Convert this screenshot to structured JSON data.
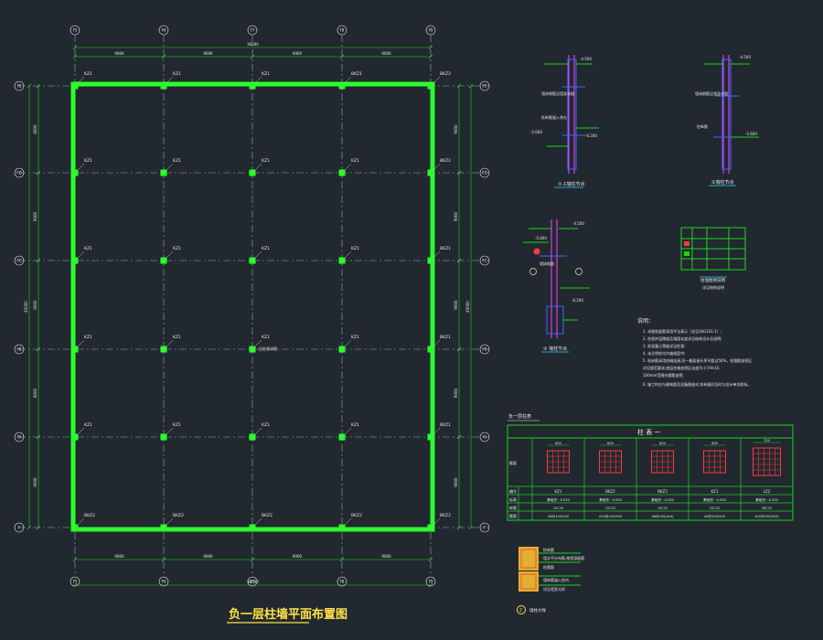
{
  "colors": {
    "background": "#212830",
    "wall": "#2bff2b",
    "grid": "#a0a4a8",
    "dim": "#18d818",
    "text": "#e8e8e8",
    "yellow": "#ffe14a",
    "red": "#ff3a3a",
    "magenta": "#ff40ff",
    "cyan": "#2ad4ff",
    "blue": "#3a6bff"
  },
  "plan": {
    "title": "负一层柱墙平面布置图",
    "col_axes": [
      "F5",
      "F6",
      "F7",
      "F8",
      "F9"
    ],
    "row_axes": [
      "FE",
      "FD",
      "FC",
      "FB",
      "FA",
      "F"
    ],
    "top_total": "36000",
    "bottom_total": "36000",
    "top_spans": [
      "9000",
      "9000",
      "9000",
      "9000"
    ],
    "bottom_spans": [
      "9000",
      "9000",
      "9000",
      "9000"
    ],
    "left_total": "45000",
    "right_total": "45000",
    "left_spans": [
      "9000",
      "9000",
      "9000",
      "9000",
      "9000"
    ],
    "right_spans": [
      "9000",
      "9000",
      "9000",
      "9000",
      "9000"
    ],
    "col_labels": {
      "r0": [
        "KZ1",
        "KZ1",
        "KZ1",
        "BKZ1",
        "BKZ2"
      ],
      "r1": [
        "KZ1",
        "KZ1",
        "KZ1",
        "KZ1",
        "BKZ2"
      ],
      "r2": [
        "KZ1",
        "KZ1",
        "KZ1",
        "KZ1",
        "BKZ1"
      ],
      "r3": [
        "KZ1",
        "KZ1",
        "KZ1",
        "KZ1",
        "BKZ1"
      ],
      "r4": [
        "KZ1",
        "KZ1",
        "KZ1",
        "KZ1",
        "BKZ1"
      ],
      "r5": [
        "BKZ2",
        "BKZ2",
        "BKZ2",
        "BKZ2",
        "BKZ2"
      ]
    },
    "center_note": "见柱表详图"
  },
  "details": {
    "d1_caption": "①-1墙柱节点",
    "d2_caption": "②墙柱节点",
    "d3_caption": "③ 墙柱节点",
    "d1_notes": [
      "-4.500",
      "墙体钢筋见墙身详图",
      "柱纵筋锚入承台",
      "-5.600",
      "-6.200"
    ],
    "d2_notes": [
      "-4.500",
      "墙体钢筋见墙身详图",
      "柱纵筋",
      "-5.600"
    ],
    "d3_notes": [
      "-4.500",
      "-5.600",
      "墙体钢筋",
      "-6.200"
    ],
    "legend_caption": "柱墙图例说明",
    "legend_sub": "详见结构说明"
  },
  "notes": {
    "heading": "说明：",
    "lines": [
      "1. 本图柱配筋采用平法表示（详见16G101-1）;",
      "2. 柱保护层厚度及锚固长度详见结构设计总说明;",
      "3. 柱混凝土等级详见柱表;",
      "4. 未注明柱均为轴线居中;",
      "5. 柱纵筋采用机械连接,同一截面接头率不超过50%，柱箍筋加密区",
      "   详见规范要求,底层柱根加密区长度不小于Hn/3;",
      "   100mm范围内箍筋加密;",
      "6. 施工时应与建筑图及设备图核对,如有疑问及时与设计单位联系。"
    ]
  },
  "table": {
    "caption": "负一层柱表",
    "title": "柱 表 一",
    "row_labels": [
      "截面",
      "编号",
      "标高",
      "纵筋",
      "箍筋"
    ],
    "columns": [
      {
        "name": "KZ1",
        "dim": "600",
        "elev": "基础顶~-0.050",
        "bars": "12C20",
        "stirrup": "A8@100/200"
      },
      {
        "name": "BKZ2",
        "dim": "600",
        "elev": "基础顶~-0.050",
        "bars": "12C22",
        "stirrup": "A10@100/200"
      },
      {
        "name": "BKZ3",
        "dim": "600",
        "elev": "基础顶~-0.050",
        "bars": "12C20",
        "stirrup": "A8@100(4x4)"
      },
      {
        "name": "KZ1",
        "dim": "600",
        "elev": "基础顶~-0.050",
        "bars": "12C22",
        "stirrup": "A8@100/200"
      },
      {
        "name": "LZ2",
        "dim": "700",
        "elev": "基础顶~-0.050",
        "bars": "20C22",
        "stirrup": "A10@100(5x5)"
      }
    ]
  },
  "bottom_detail": {
    "caption": "墙柱大样",
    "marker": "2",
    "notes": [
      "柱纵筋",
      "墙水平分布筋,按墙身配筋",
      "柱箍筋",
      "墙纵筋锚入柱内",
      "详见墙身大样"
    ]
  }
}
